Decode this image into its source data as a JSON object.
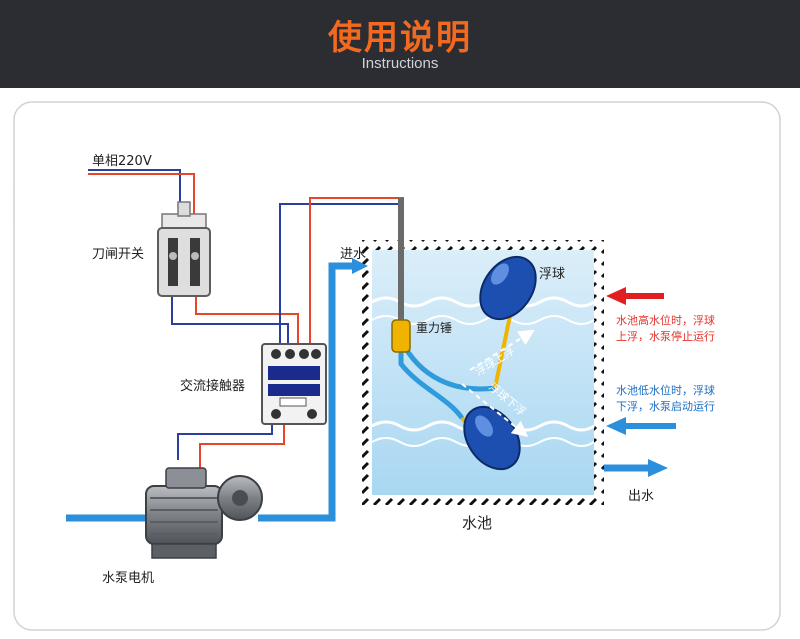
{
  "header": {
    "title": "使用说明",
    "subtitle": "Instructions"
  },
  "labels": {
    "power": "单相220V",
    "knife_switch": "刀闸开关",
    "contactor": "交流接触器",
    "pump_motor": "水泵电机",
    "water_in": "进水",
    "float_ball": "浮球",
    "counterweight": "重力锤",
    "float_up": "浮球上浮",
    "float_down": "浮球下浮",
    "water_tank": "水池",
    "water_out": "出水"
  },
  "notes": {
    "high_line1": "水池高水位时，浮球",
    "high_line2": "上浮，水泵停止运行",
    "low_line1": "水池低水位时，浮球",
    "low_line2": "下浮，水泵启动运行"
  },
  "colors": {
    "header_bg": "#2b2d33",
    "title": "#f36a1f",
    "wire_red": "#e8452b",
    "wire_blue": "#2a3f9e",
    "pipe": "#2b8fdc",
    "arrow_red": "#e02020",
    "text_red": "#e3342b",
    "text_blue": "#1a6fc4",
    "float": "#1d4fb0",
    "weight": "#f0b400"
  },
  "icons": [
    "knife-switch-icon",
    "contactor-icon",
    "pump-motor-icon",
    "float-ball-icon",
    "counterweight-icon"
  ]
}
